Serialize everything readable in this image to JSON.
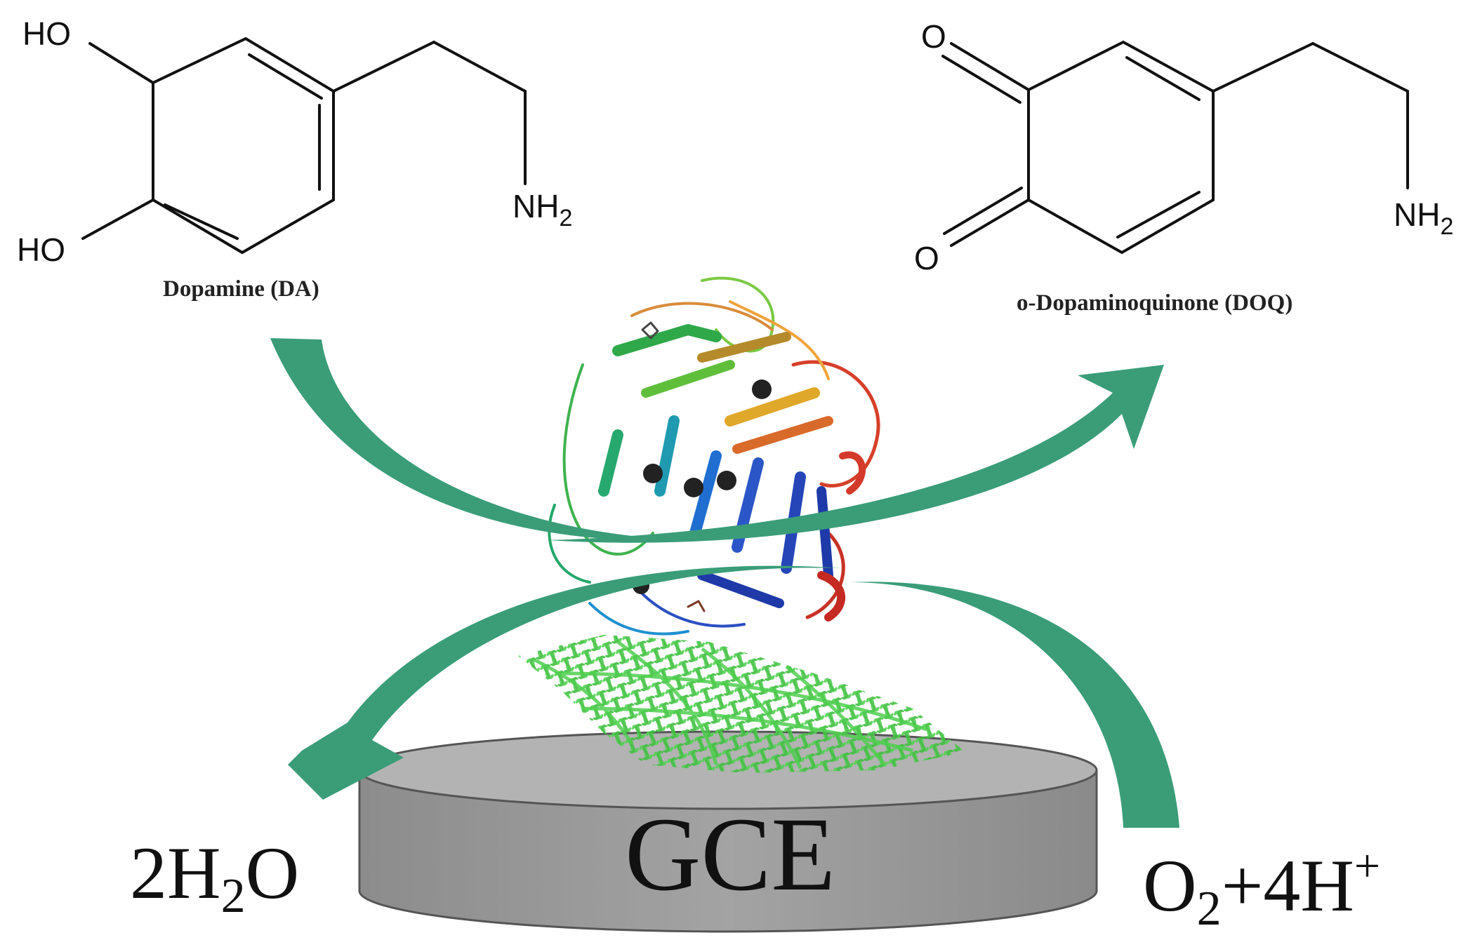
{
  "molecules": {
    "dopamine": {
      "caption": "Dopamine (DA)",
      "oh_top": "HO",
      "oh_bottom": "HO",
      "amine_main": "NH",
      "amine_sub": "2"
    },
    "quinone": {
      "caption": "o-Dopaminoquinone (DOQ)",
      "o_top": "O",
      "o_bottom": "O",
      "amine_main": "NH",
      "amine_sub": "2"
    }
  },
  "electrode": {
    "label": "GCE"
  },
  "products": {
    "water": {
      "coef": "2H",
      "sub": "2",
      "rest": "O"
    },
    "oxygen": {
      "o": "O",
      "sub": "2",
      "rest": "+4H",
      "sup": "+"
    }
  },
  "colors": {
    "arrow": "#3a9d78",
    "electrode_side": "#9a9a9a",
    "electrode_top": "#b5b5b5",
    "mesh": "#4fcf4f"
  }
}
